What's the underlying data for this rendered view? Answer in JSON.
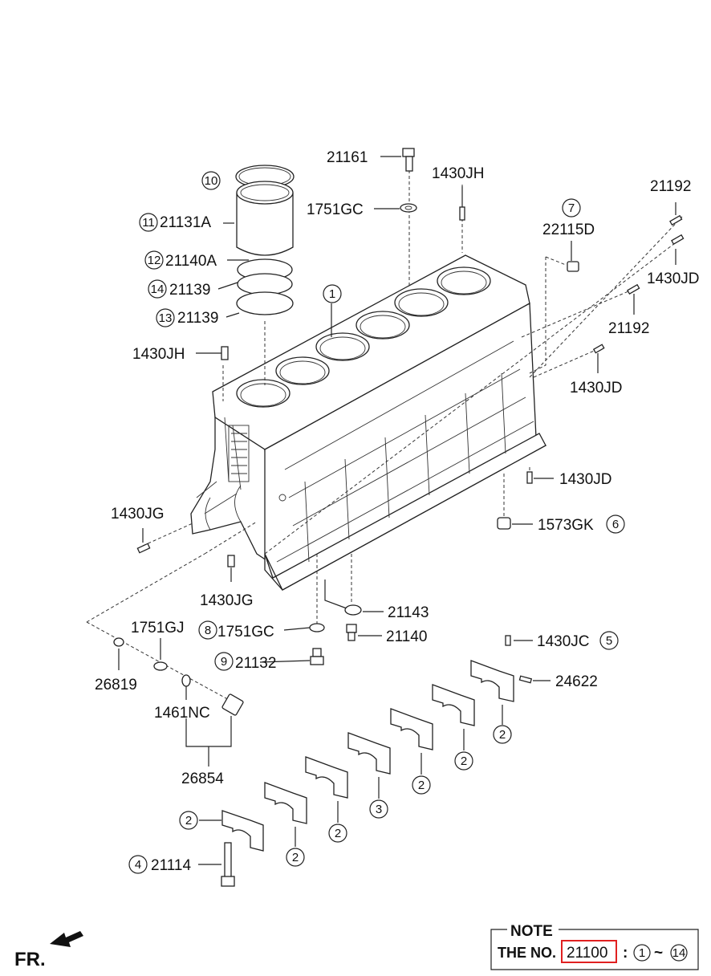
{
  "labels": {
    "p21161": "21161",
    "p1430JH_top": "1430JH",
    "p1751GC_top": "1751GC",
    "p21192_a": "21192",
    "p22115D": "22115D",
    "p1430JD_a": "1430JD",
    "p21192_b": "21192",
    "p1430JD_b": "1430JD",
    "p1430JD_c": "1430JD",
    "p1573GK": "1573GK",
    "p21131A": "21131A",
    "p21140A": "21140A",
    "p21139_a": "21139",
    "p21139_b": "21139",
    "p1430JH_left": "1430JH",
    "p1430JG_a": "1430JG",
    "p1430JG_b": "1430JG",
    "p21143": "21143",
    "p21140": "21140",
    "p1751GJ": "1751GJ",
    "p1751GC_b": "1751GC",
    "p21132": "21132",
    "p26819": "26819",
    "p1461NC": "1461NC",
    "p26854": "26854",
    "p1430JC": "1430JC",
    "p24622": "24622",
    "p21114": "21114"
  },
  "circled": {
    "c1": "1",
    "c2": "2",
    "c3": "3",
    "c4": "4",
    "c5": "5",
    "c6": "6",
    "c7": "7",
    "c8": "8",
    "c9": "9",
    "c10": "10",
    "c11": "11",
    "c12": "12",
    "c13": "13",
    "c14": "14"
  },
  "note": {
    "title": "NOTE",
    "prefix": "THE NO.",
    "number": "21100",
    "colon": ":",
    "range_start": "1",
    "tilde": "~",
    "range_end": "14"
  },
  "direction": {
    "label": "FR."
  },
  "colors": {
    "highlight_box": "#e02020",
    "ink": "#222222"
  }
}
